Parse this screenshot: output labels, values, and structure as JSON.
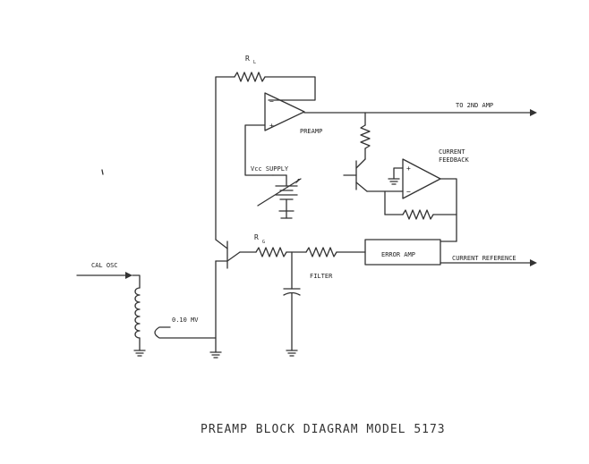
{
  "labels": {
    "rl": "R",
    "rl_sub": "L",
    "to_2nd_amp": "TO 2ND AMP",
    "preamp": "PREAMP",
    "current_feedback_line1": "CURRENT",
    "current_feedback_line2": "FEEDBACK",
    "vcc_supply": "Vcc SUPPLY",
    "rg": "R",
    "rg_sub": "G",
    "error_amp": "ERROR AMP",
    "current_reference": "CURRENT REFERENCE",
    "filter": "FILTER",
    "cal_osc": "CAL OSC",
    "voltage": "0.10 MV",
    "plus": "+",
    "minus": "−"
  },
  "caption": "PREAMP BLOCK DIAGRAM   MODEL 5173"
}
